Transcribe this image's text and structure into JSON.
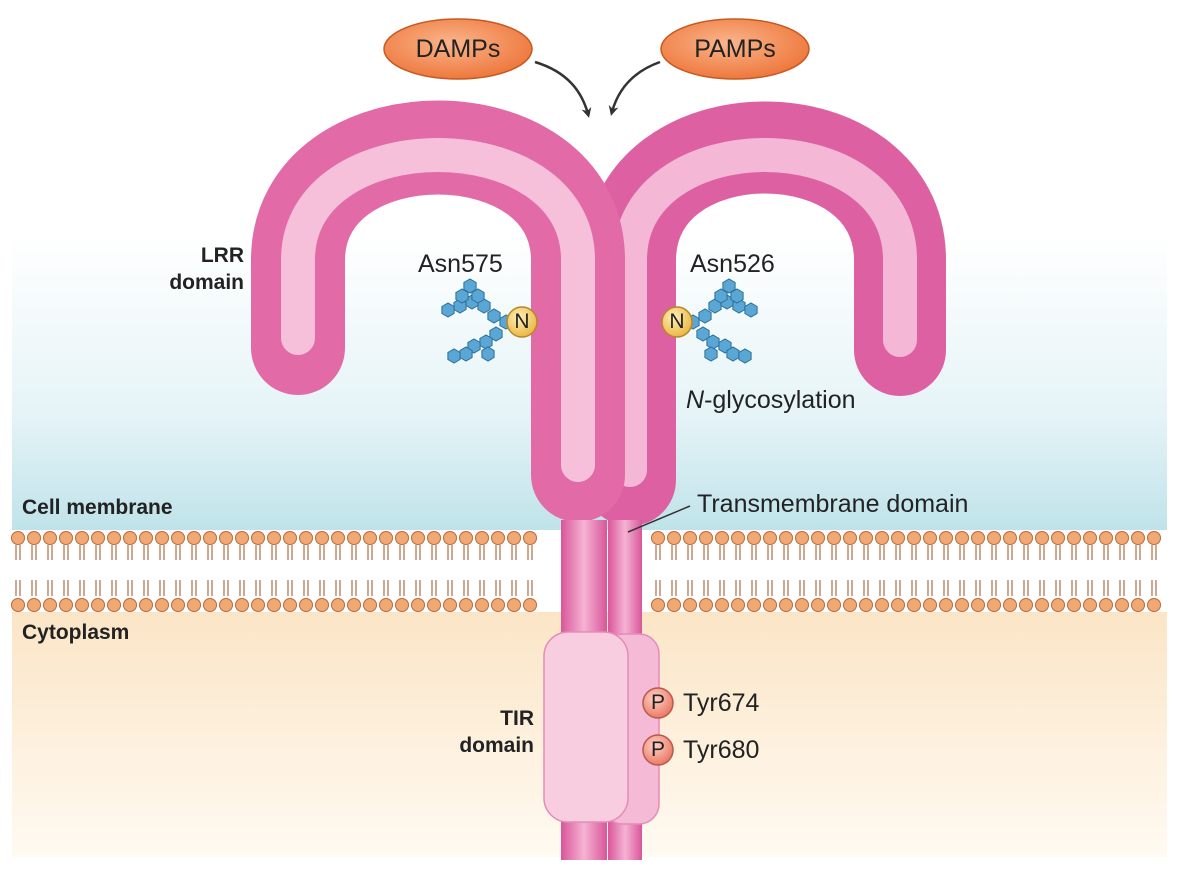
{
  "ligands": {
    "damps": "DAMPs",
    "pamps": "PAMPs"
  },
  "labels": {
    "lrr_line1": "LRR",
    "lrr_line2": "domain",
    "asn575": "Asn575",
    "asn526": "Asn526",
    "glyco_italic": "N",
    "glyco_rest": "-glycosylation",
    "cell_membrane": "Cell membrane",
    "transmembrane": "Transmembrane domain",
    "cytoplasm": "Cytoplasm",
    "tir_line1": "TIR",
    "tir_line2": "domain",
    "tyr674": "Tyr674",
    "tyr680": "Tyr680",
    "n_symbol": "N",
    "p_symbol": "P"
  },
  "colors": {
    "receptor": "#e16aa7",
    "receptor_light": "#f7c2dd",
    "tir": "#f4b8d4",
    "ligand": "#f08a52",
    "membrane_head": "#f2a873",
    "extracellular": "#cde9ef",
    "cytoplasm": "#fbe8cc",
    "sugar": "#5aa6d4",
    "n_circle": "#f6c961",
    "p_circle": "#f18d80"
  },
  "icons": {
    "sugar": "hexagon-chain-icon",
    "arrow": "arrow-icon"
  }
}
